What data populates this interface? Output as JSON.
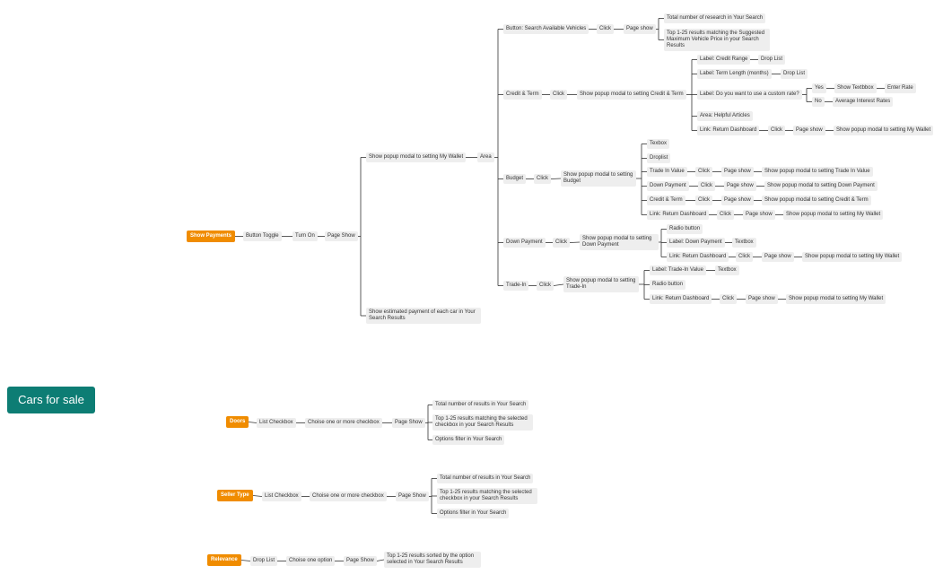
{
  "badge": {
    "label": "Cars for sale",
    "color": "#0d7d74"
  },
  "colors": {
    "root": "#f08c00",
    "node": "#eeeeee",
    "line": "#333333"
  },
  "nodes": {
    "root_payments": "Show Payments",
    "button_toggle": "Button Toggle",
    "turn_on": "Turn On",
    "page_show_1": "Page Show",
    "wallet_modal": "Show popup modal to setting My Wallet",
    "area": "Area",
    "estimated_payment": "Show estimated payment of each car in Your Search Results",
    "search_button": "Button: Search Available Vehicles",
    "search_click": "Click",
    "search_page_show": "Page show",
    "total_research": "Total number of research in Your Search",
    "top_results_price": "Top 1-25 results matching the Suggested Maximum Vehicle Price in your Search Results",
    "credit_term": "Credit & Term",
    "credit_click": "Click",
    "credit_modal": "Show popup modal to setting Credit & Term",
    "label_credit_range": "Label: Credit Range",
    "drop_list_1": "Drop List",
    "label_term_length": "Label: Term Length (months)",
    "drop_list_2": "Drop List",
    "label_custom_rate": "Label: Do you want to use a custom rate?",
    "yes": "Yes",
    "show_textbox": "Show Textbbox",
    "enter_rate": "Enter Rate",
    "no": "No",
    "avg_rates": "Average Interest Rates",
    "helpful_articles": "Area: Helpful Articles",
    "credit_return": "Link: Return Dashboard",
    "credit_return_click": "Click",
    "credit_return_page_show": "Page show",
    "credit_return_modal": "Show popup modal to setting My Wallet",
    "budget": "Budget",
    "budget_click": "Click",
    "budget_modal": "Show popup modal to setting Budget",
    "textbox_1": "Texbox",
    "droplist": "Droplist",
    "trade_in_value": "Trade In Value",
    "trade_in_value_click": "Click",
    "trade_in_value_page_show": "Page show",
    "trade_in_value_modal": "Show popup modal to setting Trade In Value",
    "budget_down_payment": "Down Payment",
    "budget_down_click": "Click",
    "budget_down_page_show": "Page show",
    "budget_down_modal": "Show popup modal to setting Down Payment",
    "budget_credit_term": "Credit & Term",
    "budget_credit_click": "Click",
    "budget_credit_page_show": "Page show",
    "budget_credit_modal": "Show popup modal to setting Credit & Term",
    "budget_return": "Link: Return Dashboard",
    "budget_return_click": "Click",
    "budget_return_page_show": "Page show",
    "budget_return_modal": "Show popup modal to setting My Wallet",
    "down_payment": "Down Payment",
    "down_click": "Click",
    "down_modal": "Show popup modal to setting Down Payment",
    "radio_button_1": "Radio button",
    "label_down_payment": "Label: Down Payment",
    "textbox_2": "Textbox",
    "down_return": "Link: Return Dashboard",
    "down_return_click": "Click",
    "down_return_page_show": "Page show",
    "down_return_modal": "Show popup modal to setting My Wallet",
    "trade_in": "Trade-In",
    "trade_click": "Click",
    "trade_modal": "Show popup modal to setting Trade-In",
    "label_trade_value": "Label: Trade-In Value",
    "textbox_3": "Textbox",
    "radio_button_2": "Radio button",
    "trade_return": "Link: Return Dashboard",
    "trade_return_click": "Click",
    "trade_return_page_show": "Page show",
    "trade_return_modal": "Show popup modal to setting My Wallet",
    "root_doors": "Doors",
    "doors_list": "List Checkbox",
    "doors_choose": "Choise one or more checkbox",
    "doors_page_show": "Page Show",
    "doors_total": "Total number of results in Your Search",
    "doors_top": "Top 1-25 results matching the selected checkbox in your Search Results",
    "doors_options": "Options filter in Your Search",
    "root_seller": "Seller Type",
    "seller_list": "List Checkbox",
    "seller_choose": "Choise one or more checkbox",
    "seller_page_show": "Page Show",
    "seller_total": "Total number of results in Your Search",
    "seller_top": "Top 1-25 results matching the selected checkbox in your Search Results",
    "seller_options": "Options filter in Your Search",
    "root_relevance": "Relevance",
    "relevance_drop": "Drop List",
    "relevance_choose": "Choise one option",
    "relevance_page_show": "Page Show",
    "relevance_top": "Top 1-25 results sorted by the option selected in Your Search Results"
  }
}
